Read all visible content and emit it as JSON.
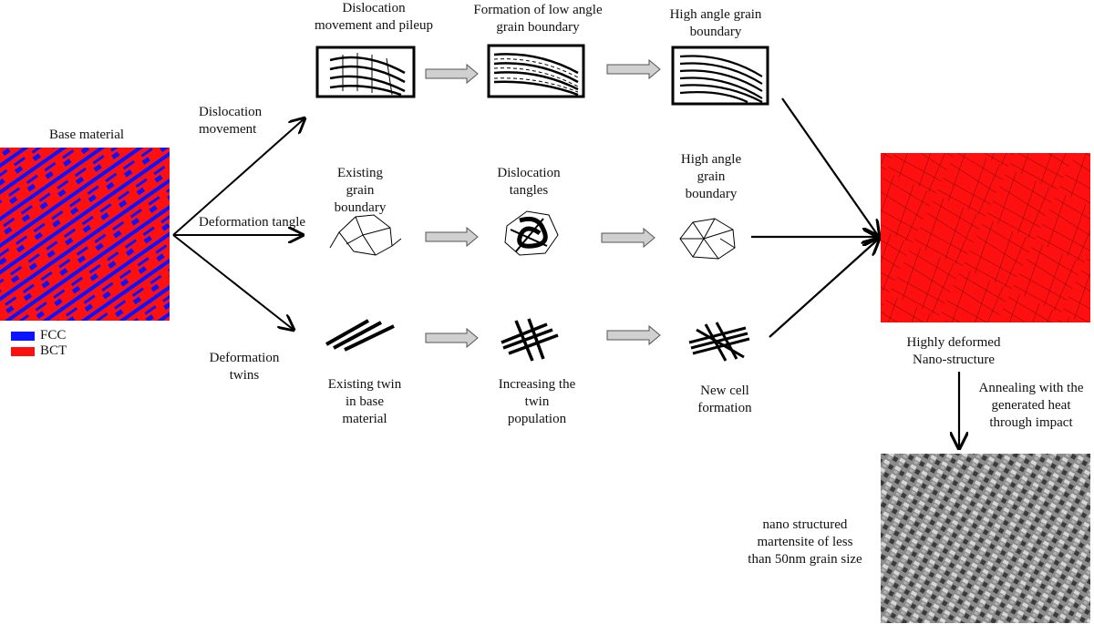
{
  "base": {
    "title": "Base material",
    "legend": [
      {
        "label": "FCC",
        "color": "#0a14ff"
      },
      {
        "label": "BCT",
        "color": "#ff1010"
      }
    ]
  },
  "paths": {
    "dislocation_movement": "Dislocation\nmovement",
    "deformation_tangle": "Deformation tangle",
    "deformation_twins": "Deformation\ntwins"
  },
  "row1": {
    "step1": "Dislocation\nmovement and pileup",
    "step2": "Formation of low angle\ngrain boundary",
    "step3": "High angle grain\nboundary"
  },
  "row2": {
    "step1": "Existing\ngrain\nboundary",
    "step2": "Dislocation\ntangles",
    "step3": "High angle\ngrain\nboundary"
  },
  "row3": {
    "step1": "Existing twin\nin base\nmaterial",
    "step2": "Increasing the\ntwin\npopulation",
    "step3": "New cell\nformation"
  },
  "result": {
    "label": "Highly deformed\nNano-structure",
    "annealing": "Annealing with the\ngenerated heat\nthrough impact",
    "final": "nano structured\nmartensite of less\nthan 50nm grain size"
  },
  "colors": {
    "bct_red": "#ff1010",
    "fcc_blue": "#0a14ff",
    "arrow_fill": "#d0d0d0"
  }
}
